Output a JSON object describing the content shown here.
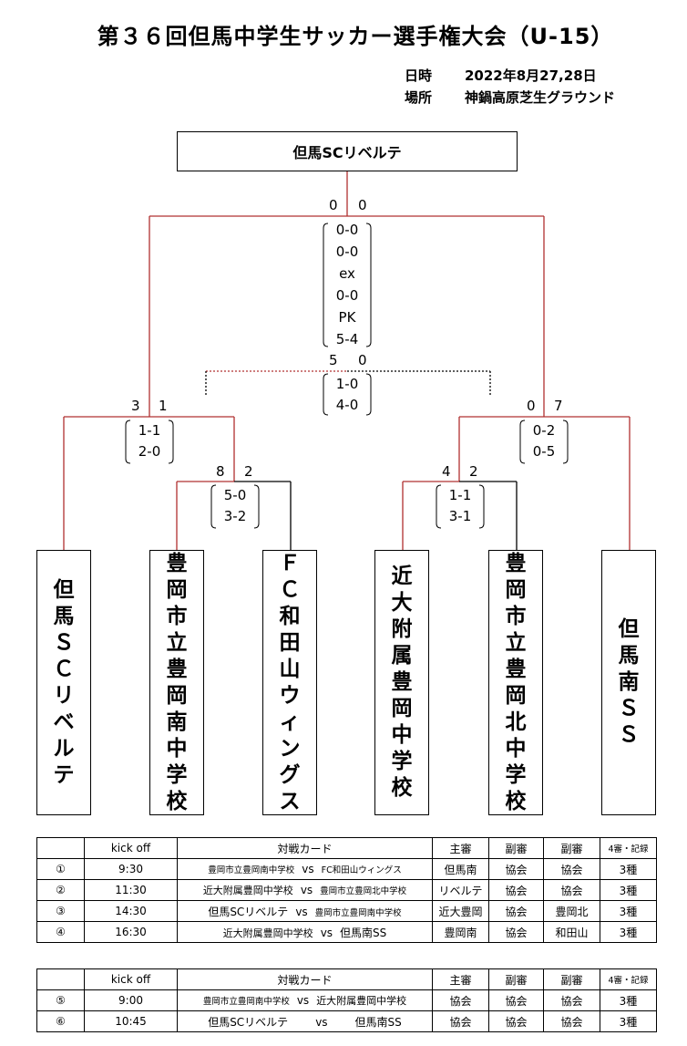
{
  "title": "第３６回但馬中学生サッカー選手権大会（U-15）",
  "info": {
    "date_label": "日時",
    "date_value": "2022年8月27,28日",
    "venue_label": "場所",
    "venue_value": "神鍋高原芝生グラウンド"
  },
  "champion": "但馬SCリベルテ",
  "final": {
    "left_total": "0",
    "right_total": "0",
    "lines": [
      "0-0",
      "0-0",
      "ex",
      "0-0",
      "PK",
      "5-4"
    ]
  },
  "third_place": {
    "left_total": "5",
    "right_total": "0",
    "lines": [
      "1-0",
      "4-0"
    ]
  },
  "semi_left": {
    "left_total": "3",
    "right_total": "1",
    "lines": [
      "1-1",
      "2-0"
    ]
  },
  "semi_right": {
    "left_total": "0",
    "right_total": "7",
    "lines": [
      "0-2",
      "0-5"
    ]
  },
  "qf_left": {
    "left_total": "8",
    "right_total": "2",
    "lines": [
      "5-0",
      "3-2"
    ]
  },
  "qf_right": {
    "left_total": "4",
    "right_total": "2",
    "lines": [
      "1-1",
      "3-1"
    ]
  },
  "teams": [
    [
      "但",
      "馬",
      "Ｓ",
      "Ｃ",
      "リ",
      "ベ",
      "ル",
      "テ"
    ],
    [
      "豊",
      "岡",
      "市",
      "立",
      "豊",
      "岡",
      "南",
      "中",
      "学",
      "校"
    ],
    [
      "Ｆ",
      "Ｃ",
      "和",
      "田",
      "山",
      "ウ",
      "ィ",
      "ン",
      "グ",
      "ス"
    ],
    [
      "近",
      "大",
      "附",
      "属",
      "豊",
      "岡",
      "中",
      "学",
      "校"
    ],
    [
      "豊",
      "岡",
      "市",
      "立",
      "豊",
      "岡",
      "北",
      "中",
      "学",
      "校"
    ],
    [
      "但",
      "馬",
      "南",
      "Ｓ",
      "Ｓ"
    ]
  ],
  "schedule_headers": [
    "",
    "kick off",
    "対戦カード",
    "主審",
    "副審",
    "副審",
    "4審・記録"
  ],
  "day1": [
    {
      "no": "①",
      "time": "9:30",
      "home": "豊岡市立豊岡南中学校",
      "vs": "vs",
      "away": "FC和田山ウィングス",
      "ref": "但馬南",
      "a1": "協会",
      "a2": "協会",
      "rec": "3種"
    },
    {
      "no": "②",
      "time": "11:30",
      "home": "近大附属豊岡中学校",
      "vs": "vs",
      "away": "豊岡市立豊岡北中学校",
      "ref": "リベルテ",
      "a1": "協会",
      "a2": "協会",
      "rec": "3種"
    },
    {
      "no": "③",
      "time": "14:30",
      "home": "但馬SCリベルテ",
      "vs": "vs",
      "away": "豊岡市立豊岡南中学校",
      "ref": "近大豊岡",
      "a1": "協会",
      "a2": "豊岡北",
      "rec": "3種"
    },
    {
      "no": "④",
      "time": "16:30",
      "home": "近大附属豊岡中学校",
      "vs": "vs",
      "away": "但馬南SS",
      "ref": "豊岡南",
      "a1": "協会",
      "a2": "和田山",
      "rec": "3種"
    }
  ],
  "day2": [
    {
      "no": "⑤",
      "time": "9:00",
      "home": "豊岡市立豊岡南中学校",
      "vs": "vs",
      "away": "近大附属豊岡中学校",
      "ref": "協会",
      "a1": "協会",
      "a2": "協会",
      "rec": "3種"
    },
    {
      "no": "⑥",
      "time": "10:45",
      "home": "但馬SCリベルテ",
      "vs": "vs",
      "away": "但馬南SS",
      "ref": "協会",
      "a1": "協会",
      "a2": "協会",
      "rec": "3種"
    }
  ],
  "colors": {
    "winner_line": "#b03030",
    "loser_line": "#000000"
  }
}
